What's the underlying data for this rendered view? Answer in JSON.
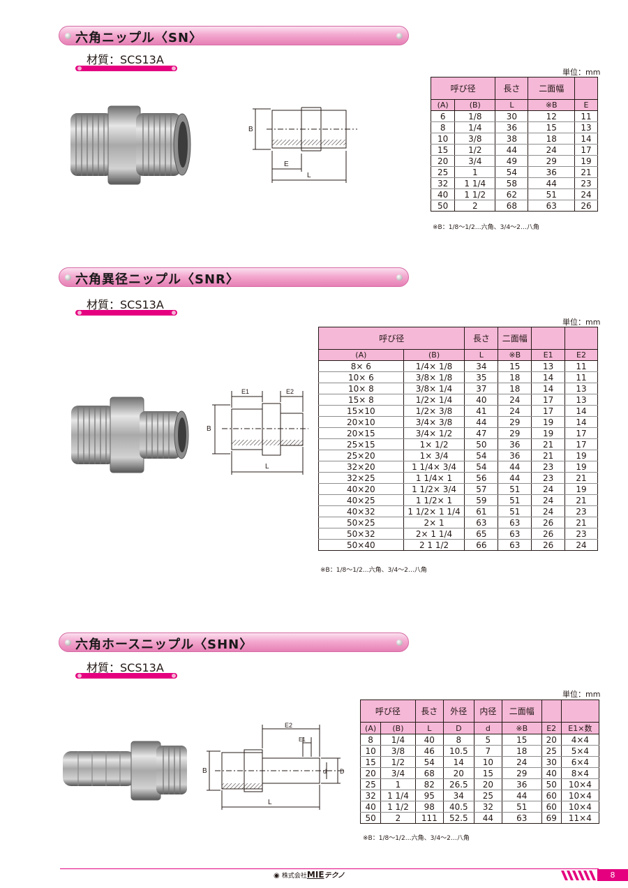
{
  "sections": {
    "sn": {
      "title": "六角ニップル〈SN〉",
      "material": "材質：SCS13A",
      "unit": "単位：mm",
      "drawing": {
        "label_b": "B",
        "label_e": "E",
        "label_l": "L"
      },
      "headers": {
        "nominal": "呼び径",
        "length": "長さ",
        "across_flats": "二面幅",
        "a": "(A)",
        "b": "(B)",
        "l": "L",
        "sb": "※B",
        "e": "E"
      },
      "rows": [
        [
          "6",
          "1/8",
          "30",
          "12",
          "11"
        ],
        [
          "8",
          "1/4",
          "36",
          "15",
          "13"
        ],
        [
          "10",
          "3/8",
          "38",
          "18",
          "14"
        ],
        [
          "15",
          "1/2",
          "44",
          "24",
          "17"
        ],
        [
          "20",
          "3/4",
          "49",
          "29",
          "19"
        ],
        [
          "25",
          "1",
          "54",
          "36",
          "21"
        ],
        [
          "32",
          "1 1/4",
          "58",
          "44",
          "23"
        ],
        [
          "40",
          "1 1/2",
          "62",
          "51",
          "24"
        ],
        [
          "50",
          "2",
          "68",
          "63",
          "26"
        ]
      ],
      "note": "※B：1/8～1/2…六角、3/4～2…八角"
    },
    "snr": {
      "title": "六角異径ニップル〈SNR〉",
      "material": "材質：SCS13A",
      "unit": "単位：mm",
      "drawing": {
        "label_b": "B",
        "label_e1": "E1",
        "label_e2": "E2",
        "label_l": "L"
      },
      "headers": {
        "nominal": "呼び径",
        "length": "長さ",
        "across_flats": "二面幅",
        "a": "(A)",
        "b": "(B)",
        "l": "L",
        "sb": "※B",
        "e1": "E1",
        "e2": "E2"
      },
      "rows": [
        [
          "8× 6",
          "1/4× 1/8",
          "34",
          "15",
          "13",
          "11"
        ],
        [
          "10× 6",
          "3/8× 1/8",
          "35",
          "18",
          "14",
          "11"
        ],
        [
          "10× 8",
          "3/8× 1/4",
          "37",
          "18",
          "14",
          "13"
        ],
        [
          "15× 8",
          "1/2× 1/4",
          "40",
          "24",
          "17",
          "13"
        ],
        [
          "15×10",
          "1/2× 3/8",
          "41",
          "24",
          "17",
          "14"
        ],
        [
          "20×10",
          "3/4× 3/8",
          "44",
          "29",
          "19",
          "14"
        ],
        [
          "20×15",
          "3/4× 1/2",
          "47",
          "29",
          "19",
          "17"
        ],
        [
          "25×15",
          "1× 1/2",
          "50",
          "36",
          "21",
          "17"
        ],
        [
          "25×20",
          "1× 3/4",
          "54",
          "36",
          "21",
          "19"
        ],
        [
          "32×20",
          "1 1/4× 3/4",
          "54",
          "44",
          "23",
          "19"
        ],
        [
          "32×25",
          "1 1/4× 1",
          "56",
          "44",
          "23",
          "21"
        ],
        [
          "40×20",
          "1 1/2× 3/4",
          "57",
          "51",
          "24",
          "19"
        ],
        [
          "40×25",
          "1 1/2× 1",
          "59",
          "51",
          "24",
          "21"
        ],
        [
          "40×32",
          "1 1/2× 1 1/4",
          "61",
          "51",
          "24",
          "23"
        ],
        [
          "50×25",
          "2× 1",
          "63",
          "63",
          "26",
          "21"
        ],
        [
          "50×32",
          "2× 1 1/4",
          "65",
          "63",
          "26",
          "23"
        ],
        [
          "50×40",
          "2 1 1/2",
          "66",
          "63",
          "26",
          "24"
        ]
      ],
      "note": "※B：1/8～1/2…六角、3/4～2…八角"
    },
    "shn": {
      "title": "六角ホースニップル〈SHN〉",
      "material": "材質：SCS13A",
      "unit": "単位：mm",
      "drawing": {
        "label_b": "B",
        "label_e1": "E1",
        "label_e2": "E2",
        "label_l": "L",
        "label_d": "d",
        "label_dd": "D"
      },
      "headers": {
        "nominal": "呼び径",
        "length": "長さ",
        "outer": "外径",
        "inner": "内径",
        "across_flats": "二面幅",
        "a": "(A)",
        "b": "(B)",
        "l": "L",
        "dd": "D",
        "d": "d",
        "sb": "※B",
        "e2": "E2",
        "e1n": "E1×数"
      },
      "rows": [
        [
          "8",
          "1/4",
          "40",
          "8",
          "5",
          "15",
          "20",
          "4×4"
        ],
        [
          "10",
          "3/8",
          "46",
          "10.5",
          "7",
          "18",
          "25",
          "5×4"
        ],
        [
          "15",
          "1/2",
          "54",
          "14",
          "10",
          "24",
          "30",
          "6×4"
        ],
        [
          "20",
          "3/4",
          "68",
          "20",
          "15",
          "29",
          "40",
          "8×4"
        ],
        [
          "25",
          "1",
          "82",
          "26.5",
          "20",
          "36",
          "50",
          "10×4"
        ],
        [
          "32",
          "1 1/4",
          "95",
          "34",
          "25",
          "44",
          "60",
          "10×4"
        ],
        [
          "40",
          "1 1/2",
          "98",
          "40.5",
          "32",
          "51",
          "60",
          "10×4"
        ],
        [
          "50",
          "2",
          "111",
          "52.5",
          "44",
          "63",
          "69",
          "11×4"
        ]
      ],
      "note": "※B：1/8～1/2…六角、3/4～2…八角"
    }
  },
  "footer": {
    "company_prefix": "株式会社",
    "brand": "MIE",
    "brand_suffix": "テクノ",
    "page": "8"
  }
}
